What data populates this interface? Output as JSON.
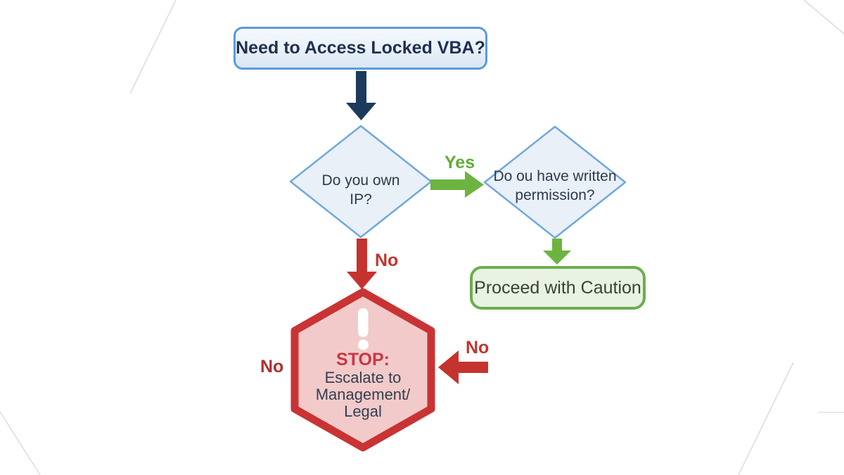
{
  "flowchart": {
    "start": {
      "label": "Need to Access Locked VBA?"
    },
    "decision1": {
      "line1": "Do you own",
      "line2": "IP?"
    },
    "decision2": {
      "line1": "Do ou have written",
      "line2": "permission?"
    },
    "proceed": {
      "label": "Proceed with Caution"
    },
    "stop": {
      "title": "STOP:",
      "lines": [
        "Escalate to",
        "Management/",
        "Legal"
      ],
      "icon": "exclamation-icon"
    },
    "edge_labels": {
      "yes": "Yes",
      "no_down": "No",
      "no_side": "No",
      "no_left": "No"
    }
  },
  "colors": {
    "navy_arrow": "#1b3a5c",
    "blue_border": "#5b9bd5",
    "blue_fill": "#e9f0f8",
    "green_arrow": "#6cb43f",
    "green_border": "#6cae4e",
    "green_fill": "#eaf2e3",
    "red_arrow": "#c5332e",
    "hex_border": "#c93334",
    "hex_fill": "#f2caca",
    "stop_title": "#c93744",
    "dark_text": "#2e3a4e",
    "bg_line": "#dcdcdc"
  }
}
